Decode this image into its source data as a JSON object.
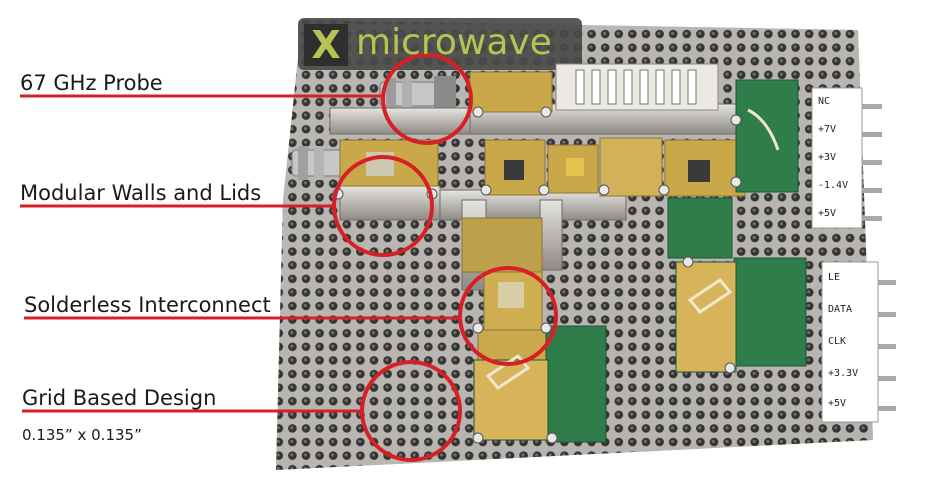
{
  "logo": {
    "mark": "X",
    "word": "microwave"
  },
  "callouts": {
    "probe": "67 GHz Probe",
    "walls": "Modular Walls and Lids",
    "interconnect": "Solderless Interconnect",
    "grid": "Grid Based Design",
    "grid_spacing": "0.135” x 0.135”"
  },
  "pins_top": [
    "NC",
    "+7V",
    "+3V",
    "-1.4V",
    "+5V"
  ],
  "pins_bottom": [
    "LE",
    "DATA",
    "CLK",
    "+3.3V",
    "+5V"
  ],
  "colors": {
    "callout_red": "#d81f26",
    "logo_green": "#b6c552",
    "pcb_green": "#2f7d4a",
    "gold": "#c9a84a"
  }
}
